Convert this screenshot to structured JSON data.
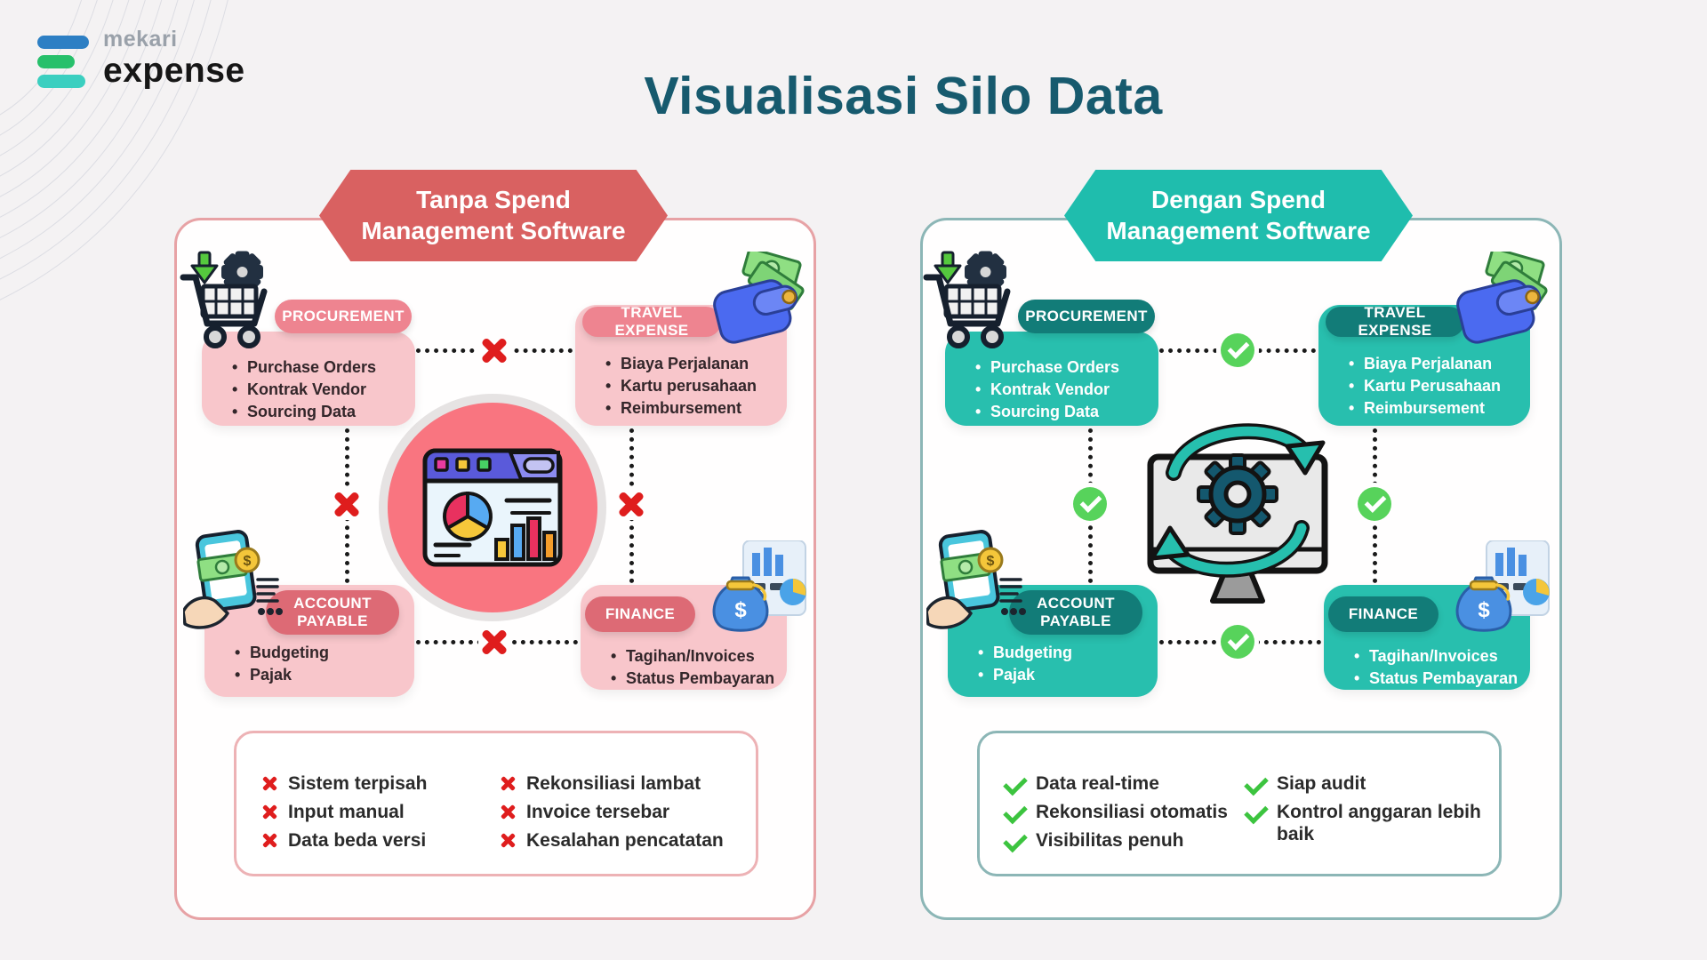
{
  "title": "Visualisasi Silo Data",
  "logo": {
    "brand": "mekari",
    "product": "expense"
  },
  "colors": {
    "background": "#f4f2f3",
    "title_text": "#175a6e",
    "left_theme": "#d96161",
    "left_box": "#f8c6cb",
    "left_pill_top": "#ee8490",
    "left_pill_bottom": "#dd6a75",
    "right_theme": "#1fbdad",
    "right_box": "#28bfae",
    "right_pill": "#127c78",
    "cross_red": "#df1d1d",
    "check_green": "#57d35b"
  },
  "icons": {
    "procurement": "shopping-cart-icon",
    "travel": "wallet-money-icon",
    "account": "phone-payment-icon",
    "finance": "money-bag-icon",
    "left_center": "dashboard-illustration",
    "right_center": "monitor-sync-gear-illustration"
  },
  "left": {
    "banner_line1": "Tanpa Spend",
    "banner_line2": "Management Software",
    "procurement": {
      "label": "PROCUREMENT",
      "items": [
        "Purchase Orders",
        "Kontrak Vendor",
        "Sourcing Data"
      ]
    },
    "travel": {
      "label": "TRAVEL EXPENSE",
      "items": [
        "Biaya Perjalanan",
        "Kartu perusahaan",
        "Reimbursement"
      ]
    },
    "account": {
      "label": "ACCOUNT PAYABLE",
      "items": [
        "Budgeting",
        "Pajak"
      ]
    },
    "finance": {
      "label": "FINANCE",
      "items": [
        "Tagihan/Invoices",
        "Status Pembayaran"
      ]
    },
    "issues_col1": [
      "Sistem terpisah",
      "Input manual",
      "Data beda versi"
    ],
    "issues_col2": [
      "Rekonsiliasi lambat",
      "Invoice tersebar",
      "Kesalahan pencatatan"
    ]
  },
  "right": {
    "banner_line1": "Dengan Spend",
    "banner_line2": "Management Software",
    "procurement": {
      "label": "PROCUREMENT",
      "items": [
        "Purchase Orders",
        "Kontrak Vendor",
        "Sourcing Data"
      ]
    },
    "travel": {
      "label": "TRAVEL EXPENSE",
      "items": [
        "Biaya Perjalanan",
        "Kartu Perusahaan",
        "Reimbursement"
      ]
    },
    "account": {
      "label": "ACCOUNT PAYABLE",
      "items": [
        "Budgeting",
        "Pajak"
      ]
    },
    "finance": {
      "label": "FINANCE",
      "items": [
        "Tagihan/Invoices",
        "Status Pembayaran"
      ]
    },
    "benefits_col1": [
      "Data real-time",
      "Rekonsiliasi otomatis",
      "Visibilitas penuh"
    ],
    "benefits_col2": [
      "Siap audit",
      "Kontrol anggaran lebih baik"
    ]
  }
}
